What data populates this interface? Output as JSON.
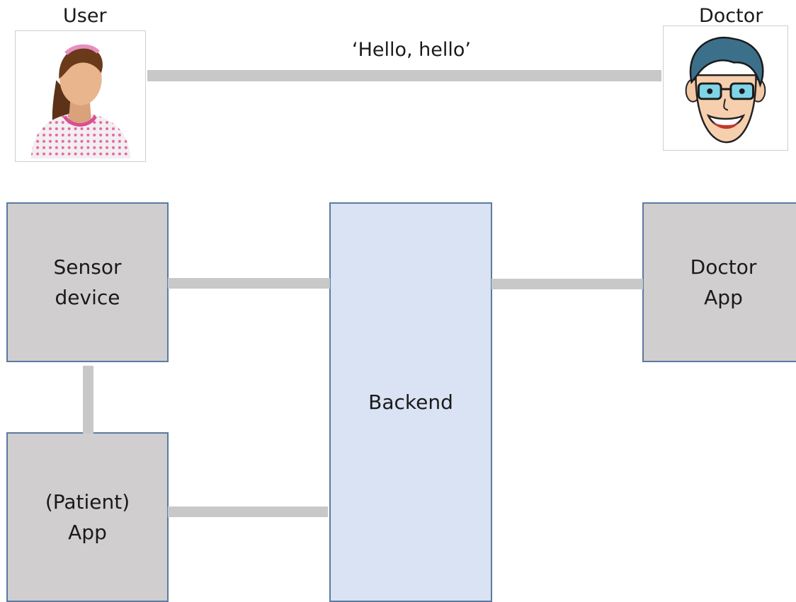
{
  "top": {
    "user_label": "User",
    "doctor_label": "Doctor",
    "message": "‘Hello, hello’",
    "user_avatar_icon": "patient-avatar-icon",
    "doctor_avatar_icon": "doctor-cartoon-avatar-icon"
  },
  "boxes": {
    "sensor": "Sensor\ndevice",
    "patient_app": "(Patient)\nApp",
    "backend": "Backend",
    "doctor_app": "Doctor\nApp"
  },
  "colors": {
    "box_grey": "#d0cece",
    "box_blue": "#d9e3f3",
    "box_border": "#5a7aa3",
    "connector": "#c8c8c8"
  }
}
